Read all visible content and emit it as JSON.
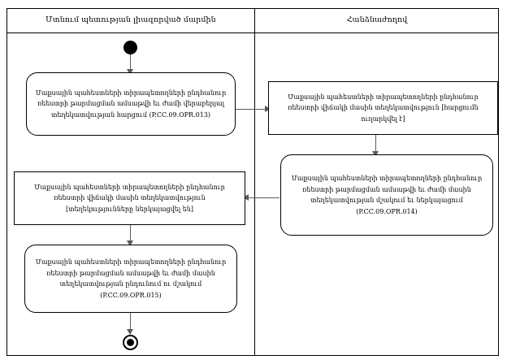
{
  "diagram": {
    "type": "uml-activity-swimlane",
    "lanes": [
      {
        "id": "lane-left",
        "title": "Մտնում պետության լիազորված մարմին"
      },
      {
        "id": "lane-right",
        "title": "Հանձնաժողով"
      }
    ],
    "nodes": [
      {
        "id": "initial",
        "kind": "initial-node",
        "lane": "lane-left",
        "label": ""
      },
      {
        "id": "action-013",
        "kind": "action",
        "lane": "lane-left",
        "label": "Մաքսային պահեստների տիրապետողների ընդհանուր ռեեստրի թարմացման ամսաթվի եւ ժամի վերաբերյալ տեղեկատվության հարցում (P.CC.09.OPR.013)",
        "code": "P.CC.09.OPR.013"
      },
      {
        "id": "signal-request-sent",
        "kind": "signal",
        "lane": "lane-right",
        "label": "Մաքսային պահեստների տիրապետողների ընդհանուր ռեեստրի վիճակի մասին տեղեկատվություն [հարցումն ուղարկվել է]",
        "guard": "[հարցումն ուղարկվել է]"
      },
      {
        "id": "action-014",
        "kind": "action",
        "lane": "lane-right",
        "label": "Մաքսային պահեստների տիրապետողների ընդհանուր ռեեստրի թարմացման ամսաթվի եւ ժամի մասին տեղեկատվության մշակում եւ ներկայացում (P.CC.09.OPR.014)",
        "code": "P.CC.09.OPR.014"
      },
      {
        "id": "signal-info-provided",
        "kind": "signal",
        "lane": "lane-left",
        "label": "Մաքսային պահեստների տիրապետողների  ընդհանուր ռեեստրի վիճակի մասին տեղեկատվություն [տեղեկությունները ներկայացվել են]",
        "guard": "[տեղեկությունները ներկայացվել են]"
      },
      {
        "id": "action-015",
        "kind": "action",
        "lane": "lane-left",
        "label": "Մաքսային պահեստների տիրապետողների ընդհանուր ռեեստրի թարմացման ամսաթվի եւ ժամի մասին տեղեկատվության ընդունում ու մշակում (P.CC.09.OPR.015)",
        "code": "P.CC.09.OPR.015"
      },
      {
        "id": "final",
        "kind": "final-node",
        "lane": "lane-left",
        "label": ""
      }
    ],
    "edges": [
      {
        "from": "initial",
        "to": "action-013",
        "direction": "down"
      },
      {
        "from": "action-013",
        "to": "signal-request-sent",
        "direction": "right"
      },
      {
        "from": "signal-request-sent",
        "to": "action-014",
        "direction": "down"
      },
      {
        "from": "action-014",
        "to": "signal-info-provided",
        "direction": "left"
      },
      {
        "from": "signal-info-provided",
        "to": "action-015",
        "direction": "down"
      },
      {
        "from": "action-015",
        "to": "final",
        "direction": "down"
      }
    ],
    "colors": {
      "background": "#ffffff",
      "stroke": "#000000",
      "edge": "#5a5a5a",
      "text": "#000000"
    }
  }
}
